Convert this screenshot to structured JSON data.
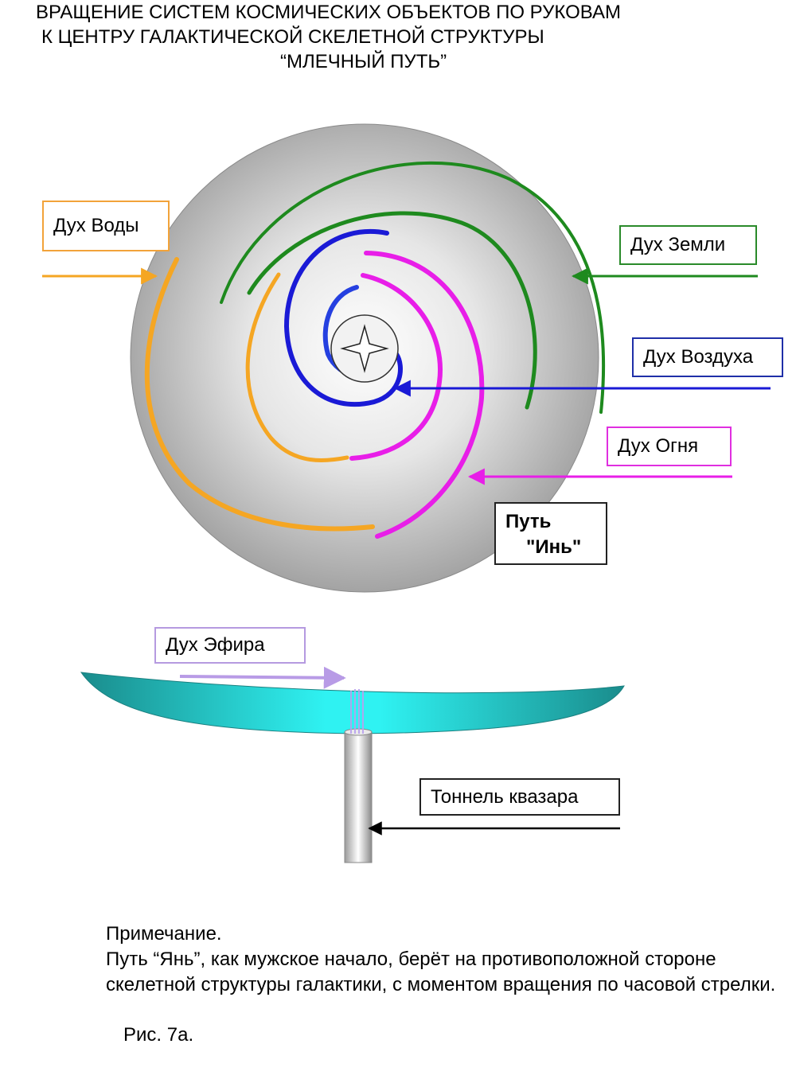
{
  "title": {
    "line1": "ВРАЩЕНИЕ СИСТЕМ КОСМИЧЕСКИХ ОБЪЕКТОВ ПО РУКОВАМ",
    "line2": "К ЦЕНТРУ  ГАЛАКТИЧЕСКОЙ СКЕЛЕТНОЙ СТРУКТУРЫ",
    "line3": "“МЛЕЧНЫЙ ПУТЬ”"
  },
  "labels": {
    "water": "Дух Воды",
    "earth": "Дух Земли",
    "air": "Дух Воздуха",
    "fire": "Дух Огня",
    "yin_line1": "Путь",
    "yin_line2": "\"Инь\"",
    "ether": "Дух Эфира",
    "tunnel": "Тоннель квазара"
  },
  "note": {
    "heading": "Примечание.",
    "text": "Путь “Янь”, как мужское начало, берёт на противоположной стороне скелетной структуры галактики, с моментом вращения по часовой стрелки."
  },
  "figure_caption": "Рис. 7а.",
  "colors": {
    "water": "#f5a623",
    "earth": "#1e8a1e",
    "air": "#1a1ad6",
    "fire": "#e81ee8",
    "ether": "#b89be6",
    "disk": "#2fd8d8",
    "tunnel": "#cfcfcf",
    "sphere": "#c8c8c8"
  }
}
